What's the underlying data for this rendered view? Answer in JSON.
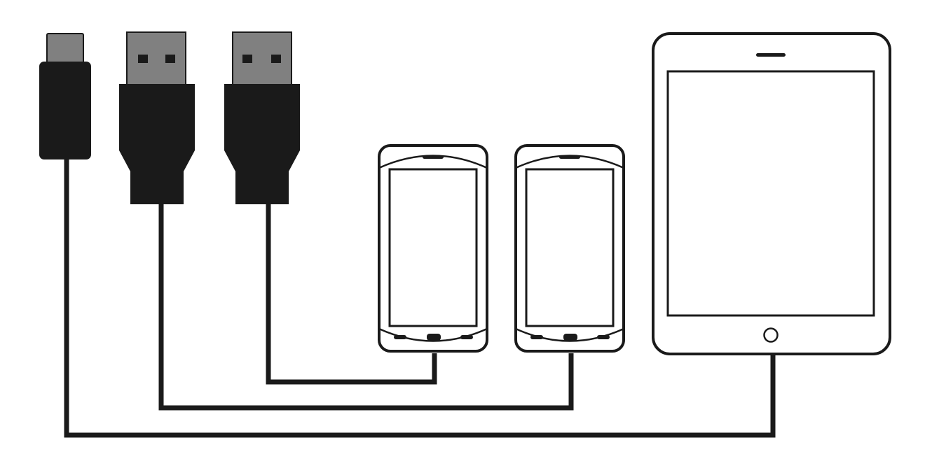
{
  "colors": {
    "background": "#ffffff",
    "ink": "#1a1a1a",
    "plug_metal": "#808080",
    "device_fill": "#ffffff"
  },
  "connectors": [
    {
      "id": "usb-c",
      "kind": "USB-C",
      "icon": "usb-c-connector-icon"
    },
    {
      "id": "usb-a-1",
      "kind": "USB-A",
      "icon": "usb-a-connector-icon"
    },
    {
      "id": "usb-a-2",
      "kind": "USB-A",
      "icon": "usb-a-connector-icon"
    }
  ],
  "devices": [
    {
      "id": "phone-1",
      "kind": "smartphone",
      "icon": "smartphone-icon"
    },
    {
      "id": "phone-2",
      "kind": "smartphone",
      "icon": "smartphone-icon"
    },
    {
      "id": "tablet",
      "kind": "tablet",
      "icon": "tablet-icon"
    }
  ],
  "links": [
    {
      "from": "usb-a-2",
      "to": "phone-1"
    },
    {
      "from": "usb-a-1",
      "to": "phone-2"
    },
    {
      "from": "usb-c",
      "to": "tablet"
    }
  ]
}
